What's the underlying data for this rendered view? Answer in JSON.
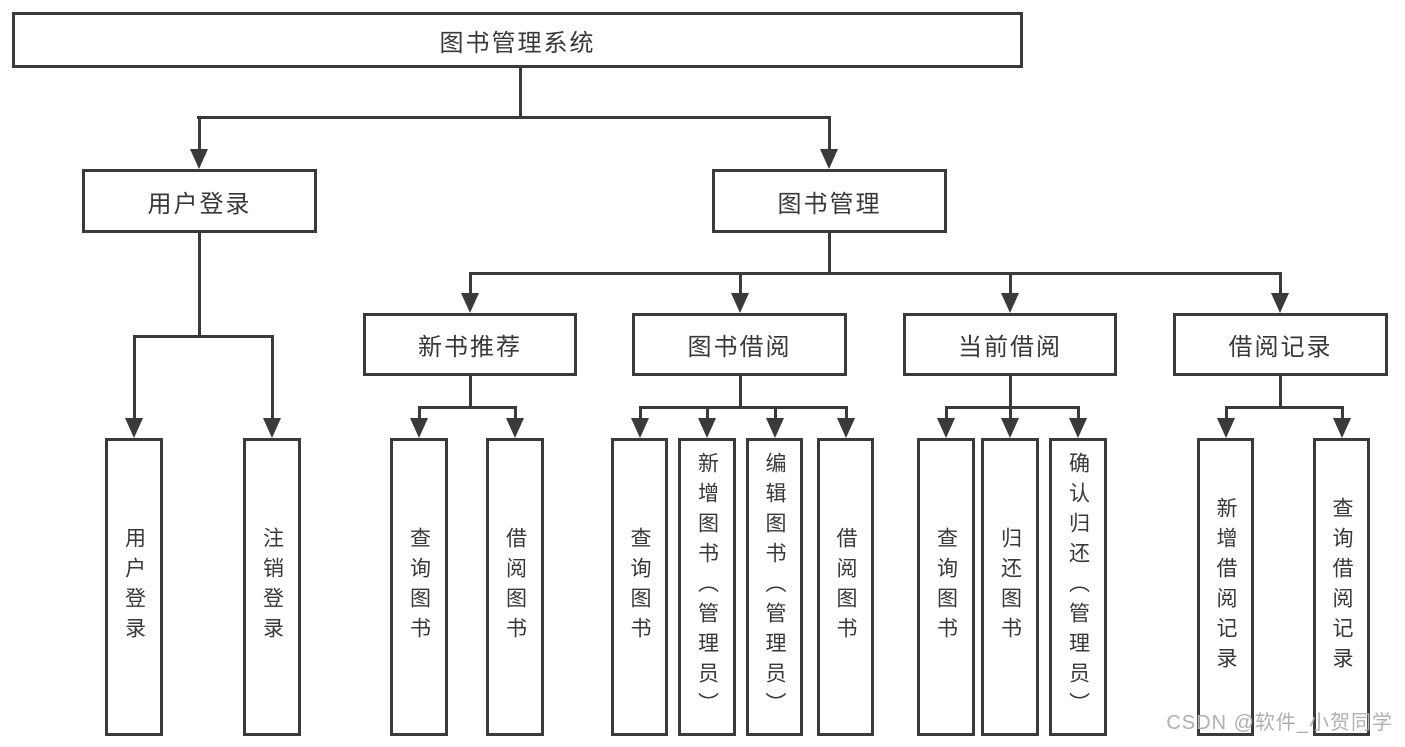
{
  "diagram": {
    "type": "org-tree",
    "title": "图书管理系统",
    "tree": {
      "label": "图书管理系统",
      "children": [
        {
          "label": "用户登录",
          "children": [
            {
              "label": "用户登录"
            },
            {
              "label": "注销登录"
            }
          ]
        },
        {
          "label": "图书管理",
          "children": [
            {
              "label": "新书推荐",
              "children": [
                {
                  "label": "查询图书"
                },
                {
                  "label": "借阅图书"
                }
              ]
            },
            {
              "label": "图书借阅",
              "children": [
                {
                  "label": "查询图书"
                },
                {
                  "label": "新增图书（管理员）"
                },
                {
                  "label": "编辑图书（管理员）"
                },
                {
                  "label": "借阅图书"
                }
              ]
            },
            {
              "label": "当前借阅",
              "children": [
                {
                  "label": "查询图书"
                },
                {
                  "label": "归还图书"
                },
                {
                  "label": "确认归还（管理员）"
                }
              ]
            },
            {
              "label": "借阅记录",
              "children": [
                {
                  "label": "新增借阅记录"
                },
                {
                  "label": "查询借阅记录"
                }
              ]
            }
          ]
        }
      ]
    },
    "colors": {
      "line": "#3a3a3a",
      "text": "#383838",
      "background": "#ffffff",
      "watermark": "#b0b0b0"
    }
  },
  "watermark": {
    "text": "CSDN @软件_小贺同学"
  }
}
